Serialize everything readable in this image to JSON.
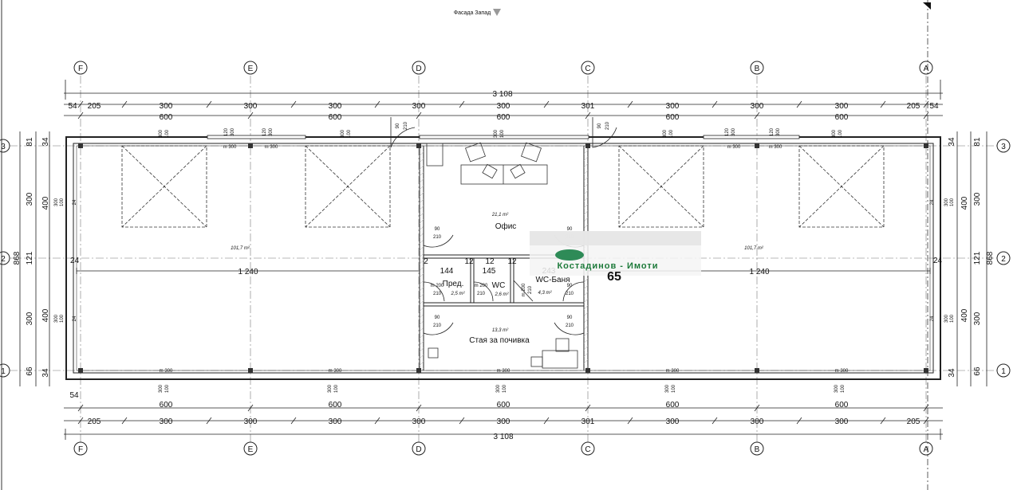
{
  "facade_label": "Фасада Запад",
  "column_axes": [
    "F",
    "E",
    "D",
    "C",
    "B",
    "A"
  ],
  "row_axes": [
    "3",
    "2",
    "1"
  ],
  "dimensions": {
    "total_top": "3 108",
    "total_bottom": "3 108",
    "top_chain": [
      "54",
      "205",
      "300",
      "300",
      "300",
      "300",
      "300",
      "301",
      "300",
      "300",
      "300",
      "205",
      "54"
    ],
    "top_modules": [
      "600",
      "600",
      "600",
      "600",
      "600"
    ],
    "bottom_edge": "54",
    "bottom_modules": [
      "600",
      "600",
      "600",
      "600",
      "600"
    ],
    "bottom_chain": [
      "205",
      "300",
      "300",
      "300",
      "300",
      "300",
      "301",
      "300",
      "300",
      "300",
      "205"
    ],
    "left_total": "868",
    "right_total": "868",
    "side_chain": [
      "34",
      "81",
      "300",
      "400",
      "121",
      "300",
      "400",
      "66",
      "34"
    ],
    "halls": [
      "1 240",
      "1 240"
    ],
    "middle_chain": [
      "2",
      "144",
      "145",
      "12",
      "12",
      "12",
      "243"
    ],
    "mini_labels": [
      "300",
      "100",
      "120",
      "90",
      "210",
      "80",
      "m 200",
      "m 300",
      "24"
    ]
  },
  "rooms": {
    "office_name": "Офис",
    "office_area": "21,1 m²",
    "hall_left_area": "101,7 m²",
    "hall_right_area": "101,7 m²",
    "vestibule_name": "Пред.",
    "vestibule_area": "2,5 m²",
    "wc_name": "WC",
    "wc_area": "2,6 m²",
    "bath_name": "WC-Баня",
    "bath_area": "4,3 m²",
    "rest_name": "Стая за почивка",
    "rest_area": "13,3 m²"
  },
  "watermark": {
    "text": "Костадинов - Имоти",
    "number": "65"
  },
  "colors": {
    "line": "#222222",
    "watermark_green": "#1d7a3a"
  }
}
